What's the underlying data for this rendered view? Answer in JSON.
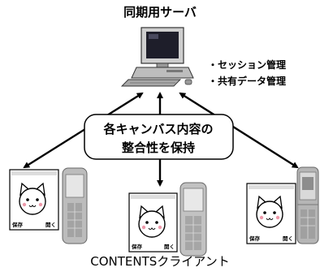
{
  "server": {
    "title": "同期用サーバ",
    "functions": [
      "・セッション管理",
      "・共有データ管理"
    ]
  },
  "center_box": {
    "lines": [
      "各キャンバス内容の",
      "整合性を保持"
    ]
  },
  "clients": {
    "label": "CONTENTSクライアント",
    "phones": [
      {
        "softkey_left": "保存",
        "softkey_right": "開く"
      },
      {
        "softkey_left": "保存",
        "softkey_right": "開く"
      },
      {
        "softkey_left": "保存",
        "softkey_right": "開く"
      }
    ]
  },
  "icons": [
    "computer-icon",
    "cat-face-icon",
    "mobile-phone-icon"
  ],
  "colors": {
    "line": "#000000",
    "device_gray": "#b8b8b8",
    "background": "#ffffff"
  }
}
